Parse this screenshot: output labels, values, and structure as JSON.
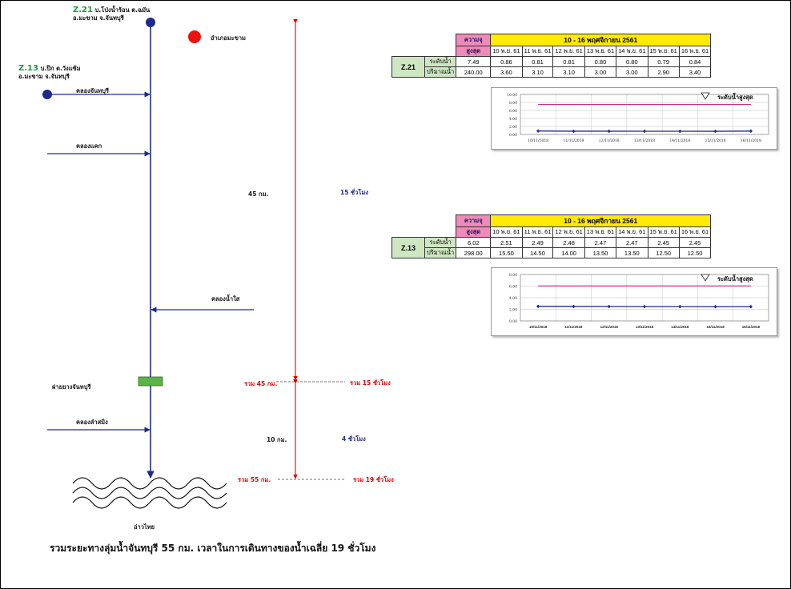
{
  "stations": {
    "z21_code": "Z.21",
    "z21_line1": "บ.โป่งน้ำร้อน ต.ฉมัน",
    "z21_line2": "อ.มะขาม จ.จันทบุรี",
    "z13_code": "Z.13",
    "z13_line1": "บ.ปึก ต.วังแซ้ม",
    "z13_line2": "อ.มะขาม จ.จันทบุรี",
    "makham": "อำเภอมะขาม"
  },
  "tributaries": {
    "chanthaburi": "คลองจันทบุรี",
    "khaek": "คลองแคก",
    "nam_sai": "คลองน้ำใส",
    "lam_sa_ming": "คลองลำสมิง"
  },
  "weir": "ฝายยางจันทบุรี",
  "gulf": "อ่าวไทย",
  "segments": {
    "dist1": "45 กม.",
    "time1": "15 ชั่วโมง",
    "cum_dist1": "รวม 45 กม.",
    "cum_time1": "รวม 15 ชั่วโมง",
    "dist2": "10 กม.",
    "time2": "4 ชั่วโมง",
    "cum_dist2": "รวม 55 กม.",
    "cum_time2": "รวม 19 ชั่วโมง"
  },
  "summary": "รวมระยะทางลุ่มน้ำจันทบุรี 55 กม. เวลาในการเดินทางของน้ำเฉลี่ย 19 ชั่วโมง",
  "tables": {
    "max_l1": "ความจุ",
    "max_l2": "สูงสุด",
    "period": "10 - 16 พฤศจิกายน 2561",
    "dates": [
      "10 พ.ย. 61",
      "11 พ.ย. 61",
      "12 พ.ย. 61",
      "13 พ.ย. 61",
      "14 พ.ย. 61",
      "15 พ.ย. 61",
      "16 พ.ย. 61"
    ],
    "row_level": "ระดับน้ำ",
    "row_flow": "ปริมาณน้ำ",
    "z21": {
      "code": "Z.21",
      "level_max": "7.49",
      "flow_max": "240.00",
      "level": [
        "0.86",
        "0.81",
        "0.81",
        "0.80",
        "0.80",
        "0.79",
        "0.84"
      ],
      "flow": [
        "3.60",
        "3.10",
        "3.10",
        "3.00",
        "3.00",
        "2.90",
        "3.40"
      ]
    },
    "z13": {
      "code": "Z.13",
      "level_max": "6.02",
      "flow_max": "298.00",
      "level": [
        "2.51",
        "2.49",
        "2.48",
        "2.47",
        "2.47",
        "2.45",
        "2.45"
      ],
      "flow": [
        "15.50",
        "14.50",
        "14.00",
        "13.50",
        "13.50",
        "12.50",
        "12.50"
      ]
    }
  },
  "chart_data": [
    {
      "type": "line",
      "x": [
        "10/11/2018",
        "11/11/2018",
        "12/11/2018",
        "13/11/2018",
        "14/11/2018",
        "15/11/2018",
        "16/11/2018"
      ],
      "series": [
        {
          "values": [
            0.86,
            0.81,
            0.81,
            0.8,
            0.8,
            0.79,
            0.84
          ],
          "color": "#1f2a8a"
        },
        {
          "name": "ระดับน้ำสูงสุด",
          "values": [
            7.49,
            7.49,
            7.49,
            7.49,
            7.49,
            7.49,
            7.49
          ],
          "color": "#c8327a"
        }
      ],
      "yticks": [
        "10.00",
        "8.00",
        "6.00",
        "4.00",
        "2.00",
        "0.00"
      ],
      "ylim": [
        0,
        10
      ],
      "legend": "ระดับน้ำสูงสุด",
      "grid": true
    },
    {
      "type": "line",
      "x": [
        "10/11/2018",
        "11/11/2018",
        "12/11/2018",
        "13/11/2018",
        "14/11/2018",
        "15/11/2018",
        "16/11/2018"
      ],
      "series": [
        {
          "values": [
            2.51,
            2.49,
            2.48,
            2.47,
            2.47,
            2.45,
            2.45
          ],
          "color": "#1f2a8a"
        },
        {
          "name": "ระดับน้ำสูงสุด",
          "values": [
            6.02,
            6.02,
            6.02,
            6.02,
            6.02,
            6.02,
            6.02
          ],
          "color": "#c8327a"
        }
      ],
      "yticks": [
        "8.00",
        "6.00",
        "4.00",
        "2.00",
        "0.00"
      ],
      "ylim": [
        0,
        8
      ],
      "legend": "ระดับน้ำสูงสุด",
      "grid": true
    }
  ]
}
